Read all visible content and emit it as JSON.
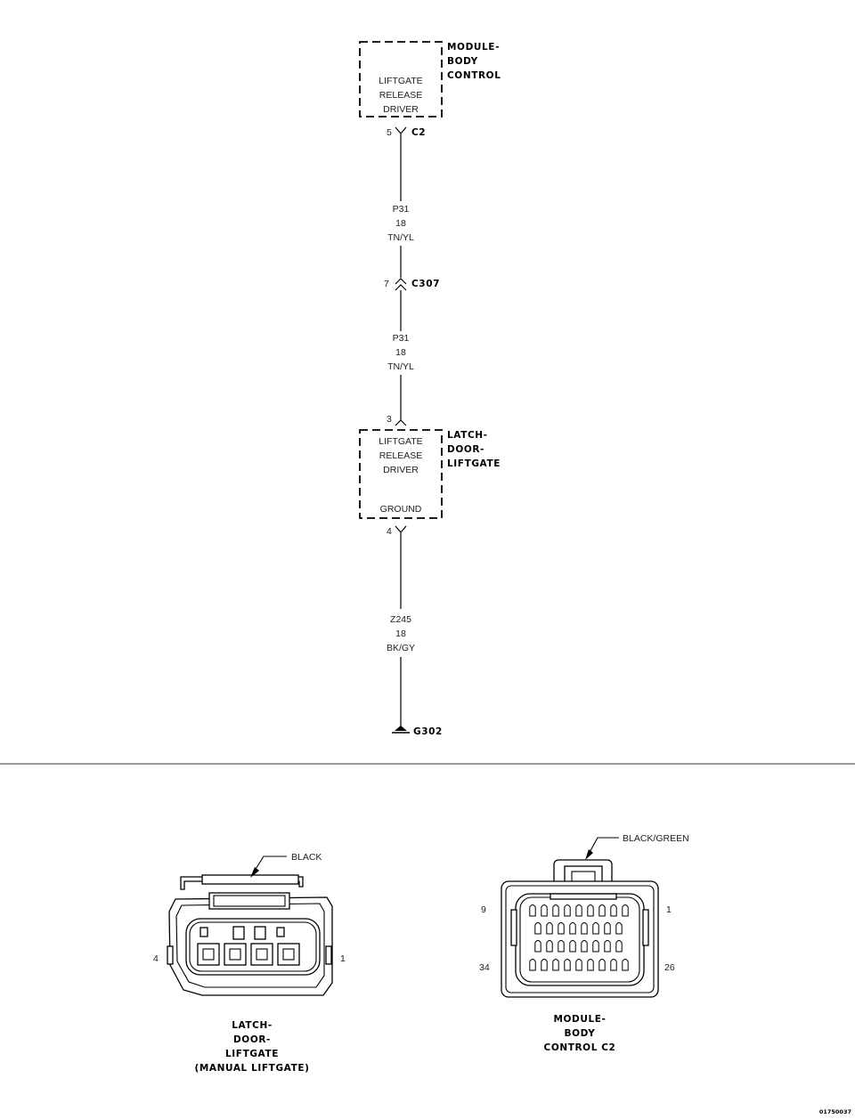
{
  "schematic": {
    "module_label": [
      "MODULE-",
      "BODY",
      "CONTROL"
    ],
    "module_box_lines": [
      "LIFTGATE",
      "RELEASE",
      "DRIVER"
    ],
    "conn_c2": {
      "pin": "5",
      "name": "C2"
    },
    "wire1": {
      "circuit": "P31",
      "gauge": "18",
      "color": "TN/YL"
    },
    "conn_c307": {
      "pin": "7",
      "name": "C307"
    },
    "wire2": {
      "circuit": "P31",
      "gauge": "18",
      "color": "TN/YL"
    },
    "latch_pin_top": "3",
    "latch_label": [
      "LATCH-",
      "DOOR-",
      "LIFTGATE"
    ],
    "latch_box_lines": [
      "LIFTGATE",
      "RELEASE",
      "DRIVER"
    ],
    "latch_ground_label": "GROUND",
    "latch_pin_bottom": "4",
    "wire3": {
      "circuit": "Z245",
      "gauge": "18",
      "color": "BK/GY"
    },
    "ground": "G302"
  },
  "connectors": {
    "left": {
      "color_callout": "BLACK",
      "pin_left": "4",
      "pin_right": "1",
      "caption": [
        "LATCH-",
        "DOOR-",
        "LIFTGATE",
        "(MANUAL LIFTGATE)"
      ]
    },
    "right": {
      "color_callout": "BLACK/GREEN",
      "pin_top_left": "9",
      "pin_top_right": "1",
      "pin_bottom_left": "34",
      "pin_bottom_right": "26",
      "caption": [
        "MODULE-",
        "BODY",
        "CONTROL C2"
      ]
    }
  },
  "figure_id": "01750037"
}
